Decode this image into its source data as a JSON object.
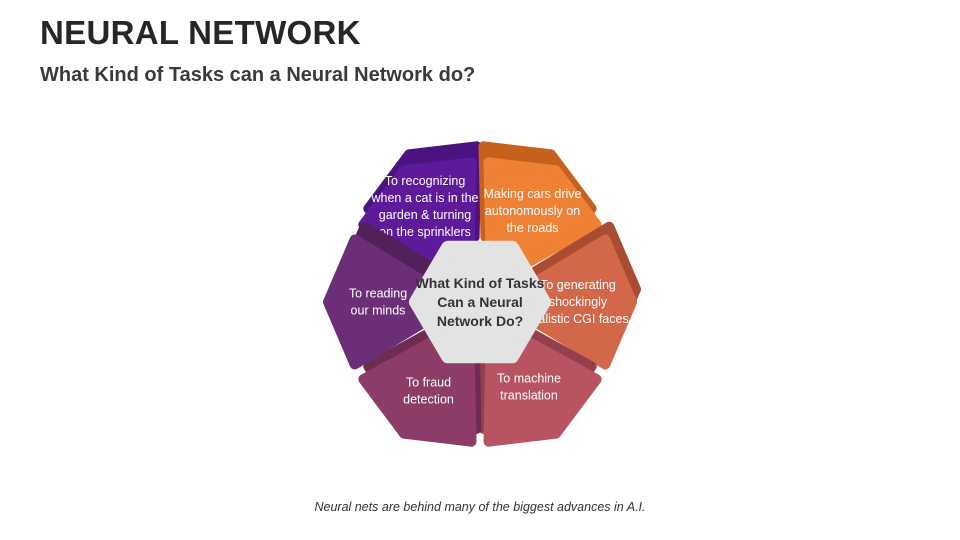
{
  "header": {
    "title": "NEURAL NETWORK",
    "subtitle": "What Kind of Tasks can a Neural Network do?"
  },
  "hub": {
    "lines": [
      "What Kind of Tasks",
      "Can a Neural",
      "Network Do?"
    ],
    "color": "#e3e3e3"
  },
  "segments": [
    {
      "id": "recognizing",
      "lines": [
        "To recognizing",
        "when a cat is in the",
        "garden & turning",
        "on the sprinklers"
      ],
      "color": "#5e1a9a",
      "shadow": "#4a1380"
    },
    {
      "id": "cars",
      "lines": [
        "Making cars drive",
        "autonomously on",
        "the roads"
      ],
      "color": "#ee8133",
      "shadow": "#c5601d"
    },
    {
      "id": "cgi",
      "lines": [
        "To generating",
        "shockingly",
        "realistic CGI faces"
      ],
      "color": "#d3674a",
      "shadow": "#aa4b34"
    },
    {
      "id": "translation",
      "lines": [
        "To machine",
        "translation"
      ],
      "color": "#b85462",
      "shadow": "#94404c"
    },
    {
      "id": "fraud",
      "lines": [
        "To fraud",
        "detection"
      ],
      "color": "#8c3c66",
      "shadow": "#6e2d50"
    },
    {
      "id": "reading",
      "lines": [
        "To reading",
        "our minds"
      ],
      "color": "#6c2f77",
      "shadow": "#52215b"
    }
  ],
  "footnote": {
    "before": "Neural nets are ",
    "emphasis": "behind",
    "after": " many of the biggest advances in A.I."
  }
}
